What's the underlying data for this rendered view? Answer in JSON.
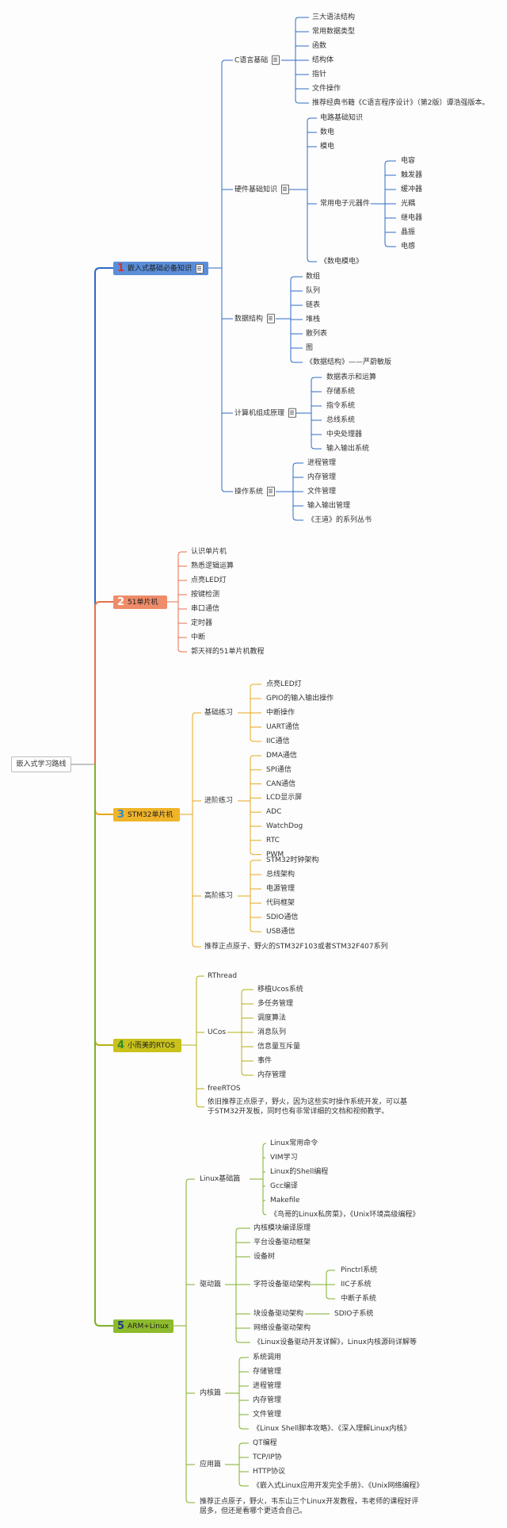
{
  "root": "嵌入式学习路线",
  "branches": [
    {
      "num": "1",
      "label": "嵌入式基础必备知识",
      "bg": "#5b8ed9",
      "color": "#2e6bc6",
      "numColor": "#d9302b"
    },
    {
      "num": "2",
      "label": "51单片机",
      "bg": "#ef8c6a",
      "color": "#e8704a",
      "numColor": "#ffffff"
    },
    {
      "num": "3",
      "label": "STM32单片机",
      "bg": "#f0b42a",
      "color": "#e8a71b",
      "numColor": "#2a8fd4"
    },
    {
      "num": "4",
      "label": "小而美的RTOS",
      "bg": "#c9c21c",
      "color": "#b8b012",
      "numColor": "#2e8b2e"
    },
    {
      "num": "5",
      "label": "ARM+Linux",
      "bg": "#8dbb2d",
      "color": "#7fb02a",
      "numColor": "#1c3d8a"
    }
  ],
  "b1": {
    "c": {
      "label": "C语言基础",
      "items": [
        "三大语法结构",
        "常用数据类型",
        "函数",
        "结构体",
        "指针",
        "文件操作",
        "推荐经典书籍《C语言程序设计》（第2版）谭浩强版本。"
      ]
    },
    "hw": {
      "label": "硬件基础知识",
      "items": [
        "电路基础知识",
        "数电",
        "模电",
        "常用电子元器件",
        "《数电模电》"
      ],
      "parts": [
        "电容",
        "触发器",
        "缓冲器",
        "光耦",
        "继电器",
        "晶振",
        "电感"
      ]
    },
    "ds": {
      "label": "数据结构",
      "items": [
        "数组",
        "队列",
        "链表",
        "堆栈",
        "散列表",
        "图",
        "《数据结构》——严蔚敏版"
      ]
    },
    "co": {
      "label": "计算机组成原理",
      "items": [
        "数据表示和运算",
        "存储系统",
        "指令系统",
        "总线系统",
        "中央处理器",
        "输入输出系统"
      ]
    },
    "os": {
      "label": "操作系统",
      "items": [
        "进程管理",
        "内存管理",
        "文件管理",
        "输入输出管理",
        "《王道》的系列丛书"
      ]
    }
  },
  "b2": {
    "items": [
      "认识单片机",
      "熟悉逻辑运算",
      "点亮LED灯",
      "按键检测",
      "串口通信",
      "定时器",
      "中断",
      "郭天祥的51单片机教程"
    ]
  },
  "b3": {
    "basic": {
      "label": "基础练习",
      "items": [
        "点亮LED灯",
        "GPIO的输入输出操作",
        "中断操作",
        "UART通信",
        "IIC通信"
      ]
    },
    "adv": {
      "label": "进阶练习",
      "items": [
        "DMA通信",
        "SPI通信",
        "CAN通信",
        "LCD显示屏",
        "ADC",
        "WatchDog",
        "RTC",
        "PWM"
      ]
    },
    "high": {
      "label": "高阶练习",
      "items": [
        "STM32时钟架构",
        "总线架构",
        "电源管理",
        "代码框架",
        "SDIO通信",
        "USB通信"
      ]
    },
    "rec": "推荐正点原子、野火的STM32F103或者STM32F407系列"
  },
  "b4": {
    "rthread": "RThread",
    "ucos": {
      "label": "UCos",
      "items": [
        "移植Ucos系统",
        "多任务管理",
        "调度算法",
        "消息队列",
        "信息量互斥量",
        "事件",
        "内存管理"
      ]
    },
    "freertos": "freeRTOS",
    "rec": "依旧推荐正点原子，野火，因为这些实时操作系统开发，可以基于STM32开发板，同时也有非常详细的文档和视频教学。"
  },
  "b5": {
    "linux": {
      "label": "Linux基础篇",
      "items": [
        "Linux常用命令",
        "VIM学习",
        "Linux的Shell编程",
        "Gcc编译",
        "Makefile",
        "《鸟哥的Linux私房菜》，《Unix环境高级编程》"
      ]
    },
    "drv": {
      "label": "驱动篇",
      "items": [
        "内核模块编译原理",
        "平台设备驱动框架",
        "设备树",
        "字符设备驱动架构",
        "块设备驱动架构",
        "网络设备驱动架构",
        "《Linux设备驱动开发详解》，Linux内核源码详解等"
      ],
      "char": [
        "Pinctrl系统",
        "IIC子系统",
        "中断子系统"
      ],
      "block": "SDIO子系统"
    },
    "kernel": {
      "label": "内核篇",
      "items": [
        "系统调用",
        "存储管理",
        "进程管理",
        "内存管理",
        "文件管理",
        "《Linux Shell脚本攻略》、《深入理解Linux内核》"
      ]
    },
    "app": {
      "label": "应用篇",
      "items": [
        "QT编程",
        "TCP/IP协",
        "HTTP协议",
        "《嵌入式Linux应用开发完全手册》、《Unix网络编程》"
      ]
    },
    "rec": "推荐正点原子，野火，韦东山三个Linux开发教程，韦老师的课程好评居多，但还是看哪个更适合自己。"
  }
}
